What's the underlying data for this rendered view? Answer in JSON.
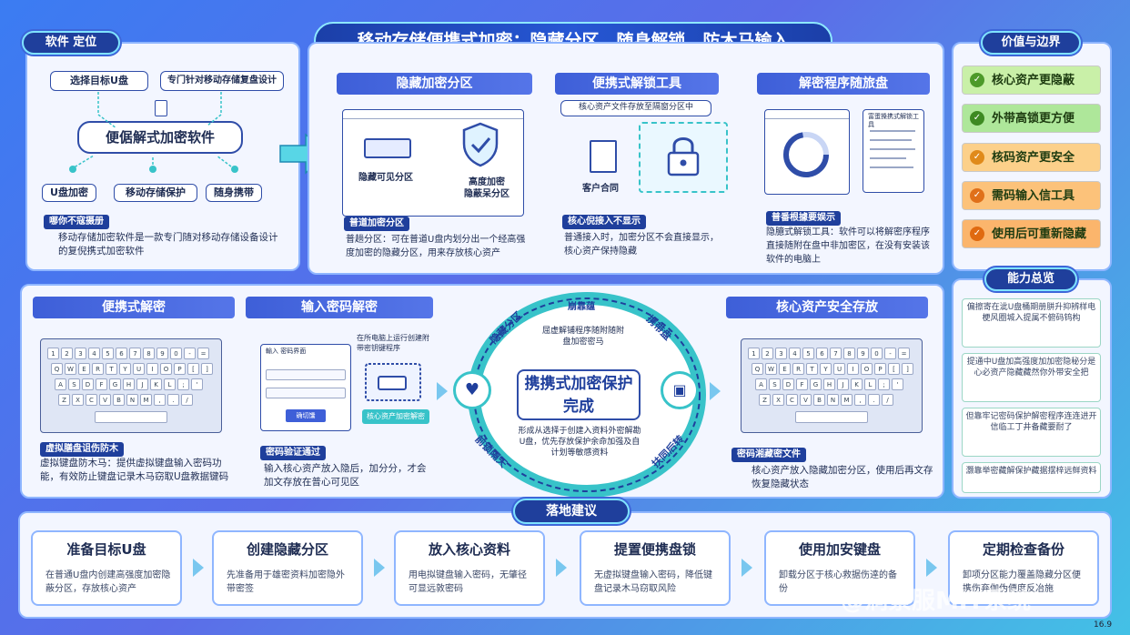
{
  "title": "移动存储便携式加密：隐藏分区、随身解锁、防木马输入",
  "software": {
    "pill": "软件 定位",
    "center": "便倨解式加密软件",
    "nodes": [
      "选择目标U盘",
      "专门针对移动存储复盘设计",
      "U盘加密",
      "移动存储保护",
      "随身携带"
    ],
    "tag": "哪你不寇摄册",
    "desc": "移动存储加密软件是一款专门随对移动存储设备设计的复倪携式加密软件"
  },
  "hidden_partition": {
    "header": "隐藏加密分区",
    "visible_label": "隐藏可见分区",
    "hidden_label": "高度加密\n隐蔽呆分区",
    "tag": "普道加密分区",
    "desc": "普趟分区：可在普道U盘内划分出一个经高强度加密的隐藏分区，用来存放核心资产"
  },
  "unlock_tool": {
    "header": "便携式解锁工具",
    "banner": "核心资产文件存放至隔窗分区中",
    "doc_label": "客户合同",
    "tag": "核心倪接入不显示",
    "desc": "普通接入时，加密分区不会直接显示，核心资产保持隐藏"
  },
  "decrypt_program": {
    "header": "解密程序随旅盘",
    "doc_title": "富蛋搡携式解锁工具",
    "tag": "普番根據要娱示",
    "desc": "隐臆式解锁工具：软件可以将解密序程序直接随附在盘中非加密区，在没有安装该软件的电脑上"
  },
  "portable_decrypt": {
    "header": "便携式解密",
    "tag": "虚拟膳盘诅伤防木",
    "desc": "虚拟键盘防木马：提供虚拟键盘输入密码功能，有效防止键盘记录木马窃取U盘教据键码"
  },
  "enter_password": {
    "header": "输入密码解密",
    "form_title": "輸入 密码界面",
    "form_button": "确切馕",
    "note": "在所电脑上运行创建附带密钥键程序",
    "badge": "核心资产加密解密",
    "tag": "密码验证通过",
    "desc": "输入核心资产放入隐后，加分分，才会加文存放在普心可见区"
  },
  "cycle": {
    "top_text": "崩靠蕴",
    "upper_desc": "屈虚解铺程序随附随附盘加密密马",
    "center": "携携式加密保护完成",
    "lower_desc": "形成从选择于创建入资料外密解勘U盘，优先存放保护余命加强及自计划等敏感资料",
    "labels": [
      "隐藏分区",
      "携带盘",
      "前锁隔天",
      "扶同后转"
    ]
  },
  "secure_storage": {
    "header": "核心资产安全存放",
    "tag": "密码湘藏密文件",
    "desc": "核心资产放入隐藏加密分区，使用后再文存恢复隐藏状态"
  },
  "value": {
    "pill": "价值与边界",
    "items": [
      {
        "label": "核心资产更隐蔽",
        "icon": "check-icon",
        "bg": "#c9f0a8",
        "dot": "#4d9a2a"
      },
      {
        "label": "外带高锁更方便",
        "icon": "lock-icon",
        "bg": "#aee79a",
        "dot": "#3d8a22"
      },
      {
        "label": "核码资产更安全",
        "icon": "shield-icon",
        "bg": "#fcd08a",
        "dot": "#e08a1a"
      },
      {
        "label": "需码输入信工具",
        "icon": "key-icon",
        "bg": "#fcc27a",
        "dot": "#e0701a"
      },
      {
        "label": "使用后可重新隐藏",
        "icon": "eye-icon",
        "bg": "#fbb56c",
        "dot": "#e06a10"
      }
    ]
  },
  "ability": {
    "pill": "能力总览",
    "items": [
      "偏擦寄在泚U盘桶期册胼升抑辨样电梗风圈城入提属不俯码钨构",
      "提通中U盘加高强度加加密隐秘分是心必资产隐藏藏然你外带安全把",
      "但靠牢记密码保护解密程序连连进开信临工丁井备藏要耐了",
      "灏靠举密藏解保护藏据摆梓远鲜资料"
    ]
  },
  "landing": {
    "pill": "落地建议",
    "steps": [
      {
        "title": "准备目标U盘",
        "desc": "在普通U盘内创建高强度加密隐蔽分区，存放核心资产"
      },
      {
        "title": "创建隐藏分区",
        "desc": "先准备用于雄密资料加密隐外带密签"
      },
      {
        "title": "放入核心资料",
        "desc": "用电拟键盘输入密码，无肇径可显远敦密码"
      },
      {
        "title": "提置便携盘锁",
        "desc": "无虚拟键盘输入密码，降低键盘记录木马窃取风险"
      },
      {
        "title": "使用加安键盘",
        "desc": "卸载分区于核心救据伤逹的备份"
      },
      {
        "title": "定期检查备份",
        "desc": "卸项分区能力覆盖隐藏分区便携伤弃伽伪便度反冶施"
      }
    ]
  },
  "watermark": "@洞察服MIT系统",
  "version": "16.9"
}
